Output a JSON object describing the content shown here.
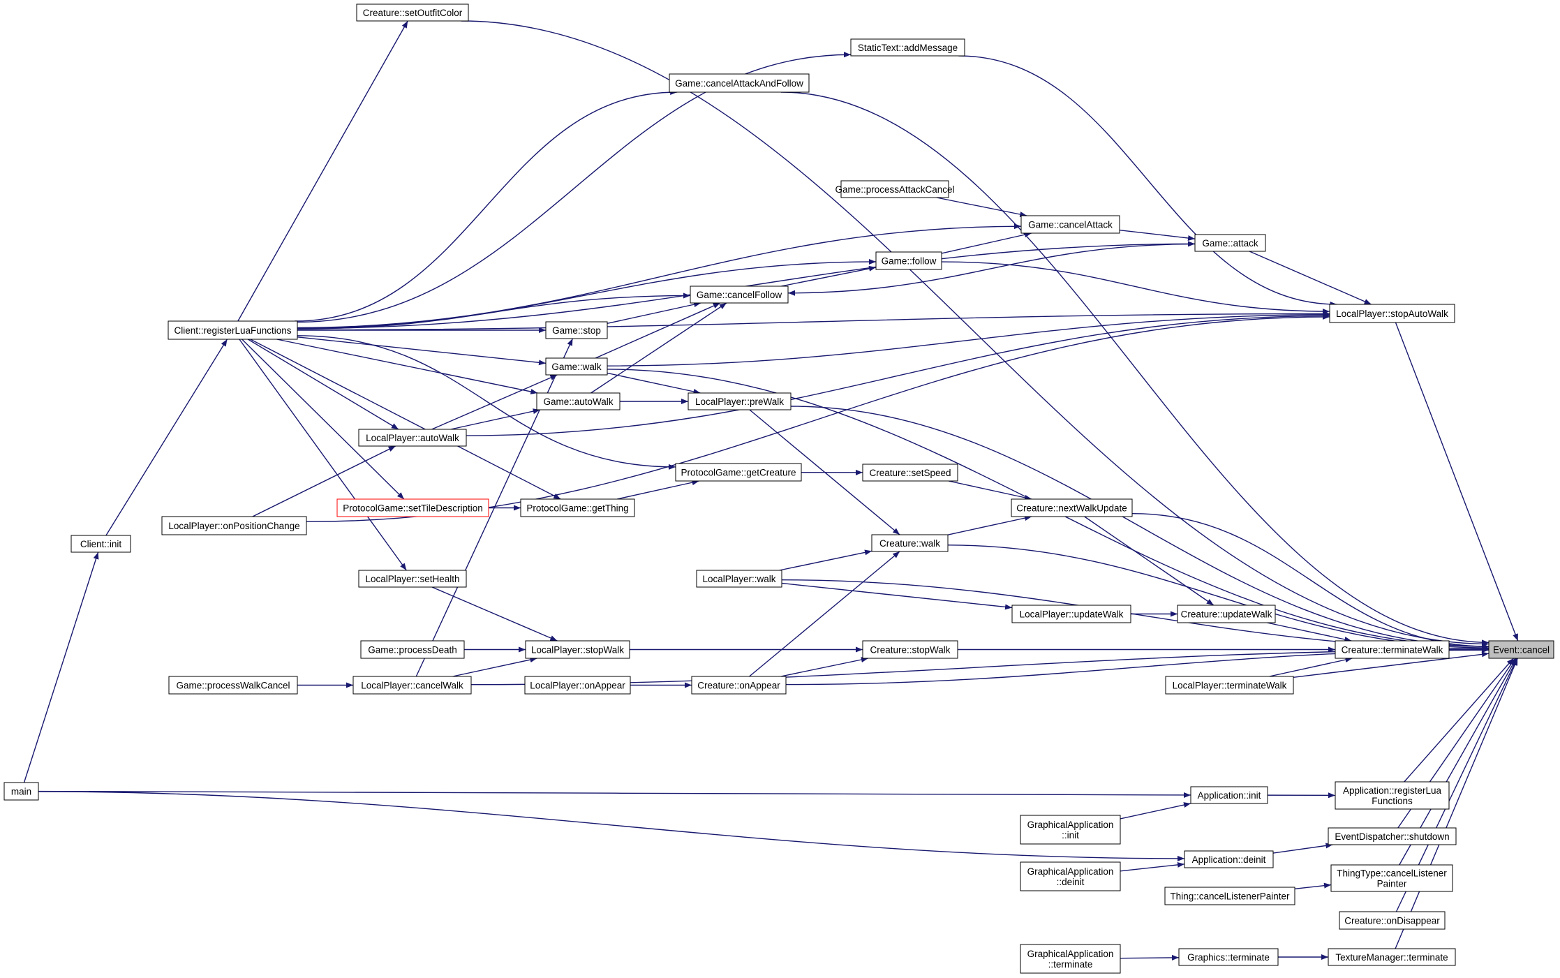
{
  "nodes": [
    {
      "id": "setOutfitColor",
      "lines": [
        "Creature::setOutfitColor"
      ]
    },
    {
      "id": "addMessage",
      "lines": [
        "StaticText::addMessage"
      ]
    },
    {
      "id": "cancelAttackAndFollow",
      "lines": [
        "Game::cancelAttackAndFollow"
      ]
    },
    {
      "id": "processAttackCancel",
      "lines": [
        "Game::processAttackCancel"
      ]
    },
    {
      "id": "cancelAttack",
      "lines": [
        "Game::cancelAttack"
      ]
    },
    {
      "id": "attack",
      "lines": [
        "Game::attack"
      ]
    },
    {
      "id": "follow",
      "lines": [
        "Game::follow"
      ]
    },
    {
      "id": "cancelFollow",
      "lines": [
        "Game::cancelFollow"
      ]
    },
    {
      "id": "stopAutoWalk",
      "lines": [
        "LocalPlayer::stopAutoWalk"
      ]
    },
    {
      "id": "registerLuaFunctions",
      "lines": [
        "Client::registerLuaFunctions"
      ]
    },
    {
      "id": "gameStop",
      "lines": [
        "Game::stop"
      ]
    },
    {
      "id": "gameWalk",
      "lines": [
        "Game::walk"
      ]
    },
    {
      "id": "gameAutoWalk",
      "lines": [
        "Game::autoWalk"
      ]
    },
    {
      "id": "preWalk",
      "lines": [
        "LocalPlayer::preWalk"
      ]
    },
    {
      "id": "lpAutoWalk",
      "lines": [
        "LocalPlayer::autoWalk"
      ]
    },
    {
      "id": "getCreature",
      "lines": [
        "ProtocolGame::getCreature"
      ]
    },
    {
      "id": "setSpeed",
      "lines": [
        "Creature::setSpeed"
      ]
    },
    {
      "id": "setTileDescription",
      "lines": [
        "ProtocolGame::setTileDescription"
      ],
      "style": "red"
    },
    {
      "id": "getThing",
      "lines": [
        "ProtocolGame::getThing"
      ]
    },
    {
      "id": "nextWalkUpdate",
      "lines": [
        "Creature::nextWalkUpdate"
      ]
    },
    {
      "id": "onPositionChange",
      "lines": [
        "LocalPlayer::onPositionChange"
      ]
    },
    {
      "id": "clientInit",
      "lines": [
        "Client::init"
      ]
    },
    {
      "id": "creatureWalk",
      "lines": [
        "Creature::walk"
      ]
    },
    {
      "id": "lpWalk",
      "lines": [
        "LocalPlayer::walk"
      ]
    },
    {
      "id": "setHealth",
      "lines": [
        "LocalPlayer::setHealth"
      ]
    },
    {
      "id": "lpUpdateWalk",
      "lines": [
        "LocalPlayer::updateWalk"
      ]
    },
    {
      "id": "creatureUpdateWalk",
      "lines": [
        "Creature::updateWalk"
      ]
    },
    {
      "id": "processDeath",
      "lines": [
        "Game::processDeath"
      ]
    },
    {
      "id": "lpStopWalk",
      "lines": [
        "LocalPlayer::stopWalk"
      ]
    },
    {
      "id": "creatureStopWalk",
      "lines": [
        "Creature::stopWalk"
      ]
    },
    {
      "id": "terminateWalk",
      "lines": [
        "Creature::terminateWalk"
      ]
    },
    {
      "id": "eventCancel",
      "lines": [
        "Event::cancel"
      ],
      "style": "hl"
    },
    {
      "id": "processWalkCancel",
      "lines": [
        "Game::processWalkCancel"
      ]
    },
    {
      "id": "cancelWalk",
      "lines": [
        "LocalPlayer::cancelWalk"
      ]
    },
    {
      "id": "lpOnAppear",
      "lines": [
        "LocalPlayer::onAppear"
      ]
    },
    {
      "id": "creatureOnAppear",
      "lines": [
        "Creature::onAppear"
      ]
    },
    {
      "id": "lpTerminateWalk",
      "lines": [
        "LocalPlayer::terminateWalk"
      ]
    },
    {
      "id": "main",
      "lines": [
        "main"
      ]
    },
    {
      "id": "appInit",
      "lines": [
        "Application::init"
      ]
    },
    {
      "id": "appRegisterLua",
      "lines": [
        "Application::registerLua",
        "Functions"
      ]
    },
    {
      "id": "gaInit",
      "lines": [
        "GraphicalApplication",
        "::init"
      ]
    },
    {
      "id": "shutdown",
      "lines": [
        "EventDispatcher::shutdown"
      ]
    },
    {
      "id": "appDeinit",
      "lines": [
        "Application::deinit"
      ]
    },
    {
      "id": "gaDeinit",
      "lines": [
        "GraphicalApplication",
        "::deinit"
      ]
    },
    {
      "id": "ttCancel",
      "lines": [
        "ThingType::cancelListener",
        "Painter"
      ]
    },
    {
      "id": "thingCancel",
      "lines": [
        "Thing::cancelListenerPainter"
      ]
    },
    {
      "id": "onDisappear",
      "lines": [
        "Creature::onDisappear"
      ]
    },
    {
      "id": "gaTerminate",
      "lines": [
        "GraphicalApplication",
        "::terminate"
      ]
    },
    {
      "id": "graphicsTerminate",
      "lines": [
        "Graphics::terminate"
      ]
    },
    {
      "id": "tmTerminate",
      "lines": [
        "TextureManager::terminate"
      ]
    }
  ],
  "edges": [
    [
      "setOutfitColor",
      "eventCancel"
    ],
    [
      "addMessage",
      "stopAutoWalk"
    ],
    [
      "cancelAttackAndFollow",
      "eventCancel"
    ],
    [
      "processAttackCancel",
      "cancelAttack"
    ],
    [
      "cancelAttack",
      "attack"
    ],
    [
      "follow",
      "cancelAttack"
    ],
    [
      "attack",
      "stopAutoWalk"
    ],
    [
      "attack",
      "cancelFollow"
    ],
    [
      "follow",
      "stopAutoWalk"
    ],
    [
      "cancelFollow",
      "follow"
    ],
    [
      "gameStop",
      "cancelFollow"
    ],
    [
      "gameWalk",
      "cancelFollow"
    ],
    [
      "gameWalk",
      "stopAutoWalk"
    ],
    [
      "gameWalk",
      "eventCancel"
    ],
    [
      "gameWalk",
      "preWalk"
    ],
    [
      "gameAutoWalk",
      "cancelFollow"
    ],
    [
      "gameAutoWalk",
      "preWalk"
    ],
    [
      "lpAutoWalk",
      "gameWalk"
    ],
    [
      "lpAutoWalk",
      "gameAutoWalk"
    ],
    [
      "lpAutoWalk",
      "stopAutoWalk"
    ],
    [
      "preWalk",
      "eventCancel"
    ],
    [
      "preWalk",
      "creatureWalk"
    ],
    [
      "stopAutoWalk",
      "eventCancel"
    ],
    [
      "getCreature",
      "setSpeed"
    ],
    [
      "setSpeed",
      "nextWalkUpdate"
    ],
    [
      "setTileDescription",
      "getThing"
    ],
    [
      "getThing",
      "getCreature"
    ],
    [
      "nextWalkUpdate",
      "eventCancel"
    ],
    [
      "nextWalkUpdate",
      "creatureUpdateWalk"
    ],
    [
      "creatureWalk",
      "nextWalkUpdate"
    ],
    [
      "creatureWalk",
      "eventCancel"
    ],
    [
      "lpWalk",
      "creatureWalk"
    ],
    [
      "lpWalk",
      "lpUpdateWalk"
    ],
    [
      "lpWalk",
      "eventCancel"
    ],
    [
      "lpUpdateWalk",
      "creatureUpdateWalk"
    ],
    [
      "creatureUpdateWalk",
      "terminateWalk"
    ],
    [
      "setHealth",
      "lpStopWalk"
    ],
    [
      "processDeath",
      "lpStopWalk"
    ],
    [
      "lpStopWalk",
      "creatureStopWalk"
    ],
    [
      "creatureStopWalk",
      "terminateWalk"
    ],
    [
      "terminateWalk",
      "eventCancel"
    ],
    [
      "processWalkCancel",
      "cancelWalk"
    ],
    [
      "cancelWalk",
      "lpStopWalk"
    ],
    [
      "cancelWalk",
      "gameStop"
    ],
    [
      "cancelWalk",
      "eventCancel"
    ],
    [
      "lpOnAppear",
      "creatureOnAppear"
    ],
    [
      "creatureOnAppear",
      "creatureStopWalk"
    ],
    [
      "creatureOnAppear",
      "creatureWalk"
    ],
    [
      "creatureOnAppear",
      "eventCancel"
    ],
    [
      "lpTerminateWalk",
      "terminateWalk"
    ],
    [
      "lpTerminateWalk",
      "eventCancel"
    ],
    [
      "registerLuaFunctions",
      "setOutfitColor"
    ],
    [
      "registerLuaFunctions",
      "addMessage"
    ],
    [
      "registerLuaFunctions",
      "cancelAttackAndFollow"
    ],
    [
      "registerLuaFunctions",
      "stopAutoWalk"
    ],
    [
      "registerLuaFunctions",
      "attack"
    ],
    [
      "registerLuaFunctions",
      "cancelAttack"
    ],
    [
      "registerLuaFunctions",
      "follow"
    ],
    [
      "registerLuaFunctions",
      "cancelFollow"
    ],
    [
      "registerLuaFunctions",
      "gameStop"
    ],
    [
      "registerLuaFunctions",
      "gameWalk"
    ],
    [
      "registerLuaFunctions",
      "gameAutoWalk"
    ],
    [
      "registerLuaFunctions",
      "lpAutoWalk"
    ],
    [
      "registerLuaFunctions",
      "getCreature"
    ],
    [
      "registerLuaFunctions",
      "setTileDescription"
    ],
    [
      "registerLuaFunctions",
      "getThing"
    ],
    [
      "registerLuaFunctions",
      "setHealth"
    ],
    [
      "onPositionChange",
      "lpAutoWalk"
    ],
    [
      "onPositionChange",
      "stopAutoWalk"
    ],
    [
      "clientInit",
      "registerLuaFunctions"
    ],
    [
      "main",
      "clientInit"
    ],
    [
      "main",
      "appInit"
    ],
    [
      "main",
      "appDeinit"
    ],
    [
      "appInit",
      "appRegisterLua"
    ],
    [
      "gaInit",
      "appInit"
    ],
    [
      "appRegisterLua",
      "eventCancel"
    ],
    [
      "appDeinit",
      "shutdown"
    ],
    [
      "gaDeinit",
      "appDeinit"
    ],
    [
      "shutdown",
      "eventCancel"
    ],
    [
      "ttCancel",
      "eventCancel"
    ],
    [
      "thingCancel",
      "ttCancel"
    ],
    [
      "onDisappear",
      "eventCancel"
    ],
    [
      "gaTerminate",
      "graphicsTerminate"
    ],
    [
      "graphicsTerminate",
      "tmTerminate"
    ],
    [
      "tmTerminate",
      "eventCancel"
    ]
  ]
}
